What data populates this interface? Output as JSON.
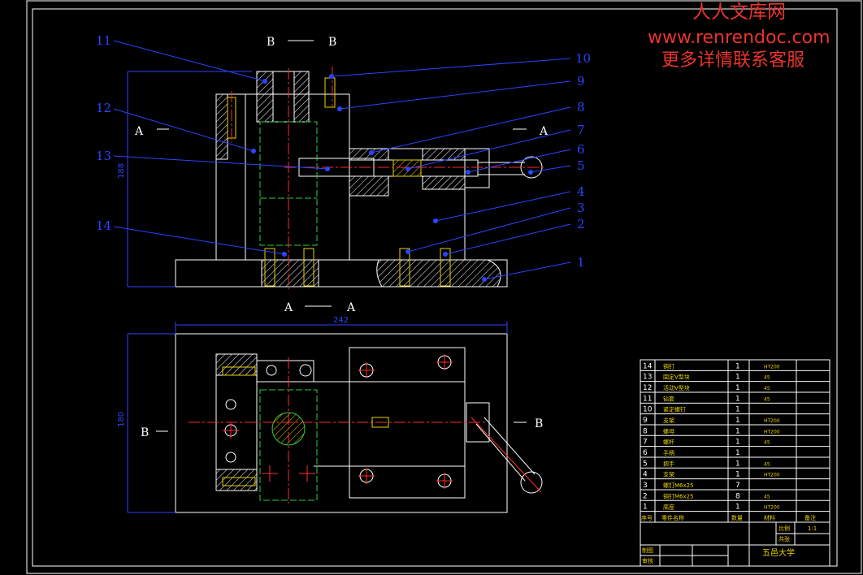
{
  "watermark": {
    "line1": "人人文库网",
    "line2": "www.renrendoc.com",
    "line3": "更多详情联系客服"
  },
  "section_labels": {
    "bb_left": "B",
    "bb_right": "B",
    "aa_left": "A",
    "aa_right": "A",
    "aa_bottom_left": "A",
    "aa_bottom_right": "A",
    "b_left": "B",
    "b_right": "B"
  },
  "leaders": [
    "1",
    "2",
    "3",
    "4",
    "5",
    "6",
    "7",
    "8",
    "9",
    "10",
    "11",
    "12",
    "13",
    "14"
  ],
  "dimensions": {
    "height": "188",
    "width": "242",
    "depth": "180"
  },
  "bom_rows": [
    {
      "no": "14",
      "name": "销钉",
      "qty": "1",
      "mat": "HT200"
    },
    {
      "no": "13",
      "name": "固定V型块",
      "qty": "1",
      "mat": "45"
    },
    {
      "no": "12",
      "name": "活动V型块",
      "qty": "1",
      "mat": "45"
    },
    {
      "no": "11",
      "name": "钻套",
      "qty": "1",
      "mat": "45"
    },
    {
      "no": "10",
      "name": "紧定螺钉",
      "qty": "1",
      "mat": ""
    },
    {
      "no": "9",
      "name": "支架",
      "qty": "1",
      "mat": "HT200"
    },
    {
      "no": "8",
      "name": "螺母",
      "qty": "1",
      "mat": "HT200"
    },
    {
      "no": "7",
      "name": "螺杆",
      "qty": "1",
      "mat": "45"
    },
    {
      "no": "6",
      "name": "手柄",
      "qty": "1",
      "mat": ""
    },
    {
      "no": "5",
      "name": "把手",
      "qty": "1",
      "mat": "45"
    },
    {
      "no": "4",
      "name": "支架",
      "qty": "1",
      "mat": "HT200"
    },
    {
      "no": "3",
      "name": "螺钉M6x25",
      "qty": "7",
      "mat": ""
    },
    {
      "no": "2",
      "name": "销钉M6x25",
      "qty": "8",
      "mat": "45"
    },
    {
      "no": "1",
      "name": "底座",
      "qty": "1",
      "mat": "HT200"
    }
  ],
  "bom_header": {
    "no": "序号",
    "name": "零件名称",
    "qty": "数量",
    "mat": "材料",
    "note": "备注"
  },
  "title_block": {
    "scale_label": "比例",
    "scale": "1:1",
    "sheet_label": "共张",
    "school": "五邑大学",
    "drawn": "制图",
    "checked": "审核"
  }
}
